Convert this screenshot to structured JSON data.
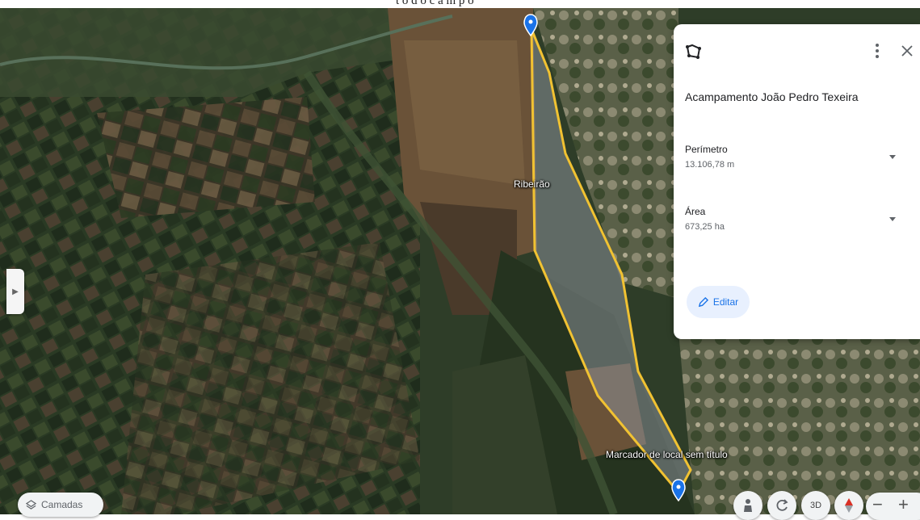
{
  "caption": {
    "partial_text": "t o d o c a m p o"
  },
  "map": {
    "place_label": "Ribeirão",
    "marker_label": "Marcador de local sem título",
    "polygon_color": "#f1c232",
    "marker_color": "#1a73e8"
  },
  "panel": {
    "icon": "polygon-icon",
    "title": "Acampamento João Pedro Texeira",
    "perimeter_label": "Perímetro",
    "perimeter_value": "13.106,78 m",
    "area_label": "Área",
    "area_value": "673,25 ha",
    "edit_label": "Editar"
  },
  "controls": {
    "layers_label": "Camadas",
    "view_3d_label": "3D"
  }
}
